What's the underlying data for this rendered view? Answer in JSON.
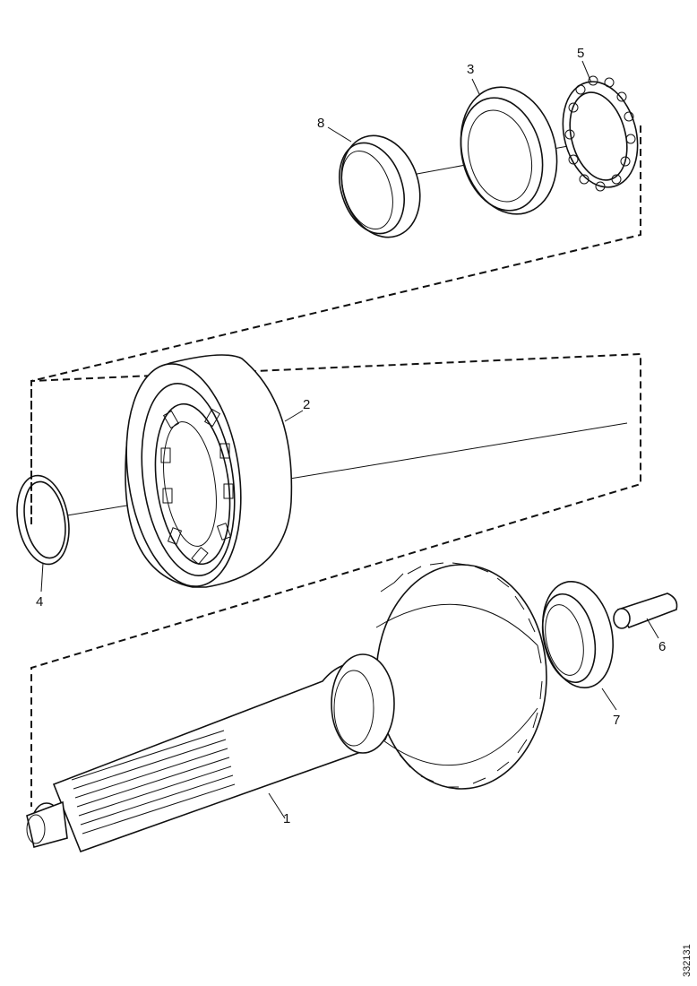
{
  "diagram": {
    "parts": [
      {
        "id": "1",
        "label": "1"
      },
      {
        "id": "2",
        "label": "2"
      },
      {
        "id": "3",
        "label": "3"
      },
      {
        "id": "4",
        "label": "4"
      },
      {
        "id": "5",
        "label": "5"
      },
      {
        "id": "6",
        "label": "6"
      },
      {
        "id": "7",
        "label": "7"
      },
      {
        "id": "8",
        "label": "8"
      }
    ],
    "reference_number": "332131"
  }
}
